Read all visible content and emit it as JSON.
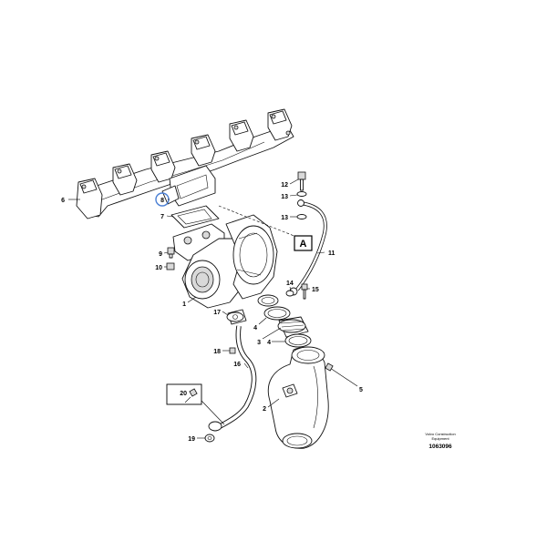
{
  "callouts": {
    "c1": "1",
    "c2": "2",
    "c3": "3",
    "c4a": "4",
    "c4b": "4",
    "c5": "5",
    "c6": "6",
    "c7": "7",
    "c8": "8",
    "c9": "9",
    "c10": "10",
    "c11": "11",
    "c12": "12",
    "c13a": "13",
    "c13b": "13",
    "c14": "14",
    "c15": "15",
    "c16": "16",
    "c17": "17",
    "c18": "18",
    "c19": "19",
    "c20": "20"
  },
  "view_label": "A",
  "brand": {
    "line1": "Volvo Construction",
    "line2": "Equipment",
    "ref_number": "1063096"
  },
  "colors": {
    "highlight": "#4a7fd4",
    "line": "#111111"
  }
}
